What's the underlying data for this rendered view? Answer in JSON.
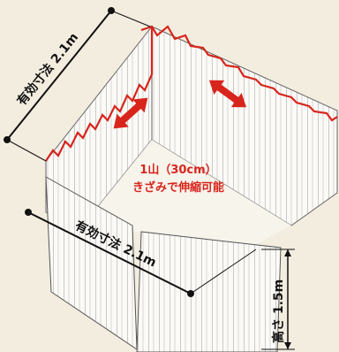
{
  "labels": {
    "width_top": "有効寸法 2.1m",
    "width_bottom": "有効寸法 2.1m",
    "height": "高さ 1.5m",
    "pitch": "1山（30cm）",
    "adjust": "きざみで伸縮可能"
  },
  "colors": {
    "background": "#f3ede0",
    "panel_fill": "#fbfaf6",
    "panel_stroke": "#555555",
    "accent": "#d8251c",
    "ink": "#111111"
  },
  "icons": {
    "arrow_left": "double-arrow-icon",
    "arrow_right": "double-arrow-icon"
  }
}
